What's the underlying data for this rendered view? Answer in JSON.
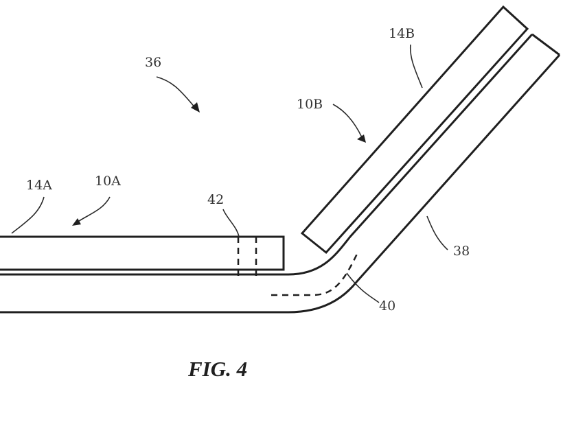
{
  "figure": {
    "caption": "FIG. 4",
    "labels": {
      "assembly": "36",
      "display_a": "14A",
      "device_a": "10A",
      "hinge_region": "42",
      "display_b": "14B",
      "device_b": "10B",
      "flexible_substrate": "38",
      "flex_path": "40"
    }
  }
}
